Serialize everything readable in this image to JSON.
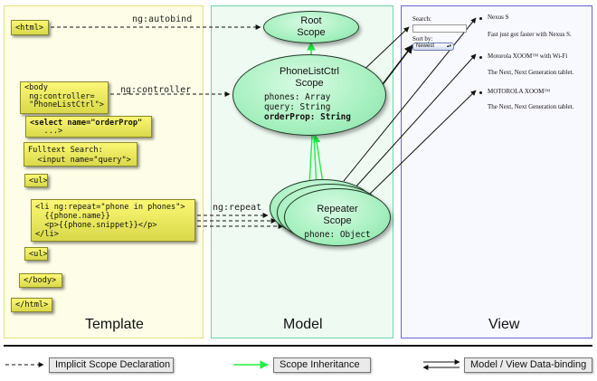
{
  "panels": {
    "template": "Template",
    "model": "Model",
    "view": "View"
  },
  "template_boxes": {
    "html_open": "<html>",
    "body_open": "<body\n ng:controller=\n \"PhoneListCtrl\">",
    "select_line1": "<select name=\"orderProp\"",
    "select_line2": "   ...>",
    "search": "Fulltext Search:\n  <input name=\"query\">",
    "ul_open": "<ul>",
    "li_repeat": "<li ng:repeat=\"phone in phones\">\n  {{phone.name}}\n  <p>{{phone.snippet}}</p>\n</li>",
    "ul_close": "<ul>",
    "body_close": "</body>",
    "html_close": "</html>"
  },
  "arrow_labels": {
    "autobind": "ng:autobind",
    "controller": "ng:controller",
    "repeat": "ng:repeat"
  },
  "scopes": {
    "root": {
      "line1": "Root",
      "line2": "Scope"
    },
    "phonelist": {
      "line1": "PhoneListCtrl",
      "line2": "Scope",
      "fields": [
        "phones: Array",
        "query: String",
        "orderProp: String"
      ]
    },
    "repeater": {
      "line1": "Repeater",
      "line2": "Scope",
      "field": "phone: Object"
    }
  },
  "view": {
    "search_label": "Search:",
    "sort_label": "Sort by:",
    "sort_value": "Newest",
    "items": [
      {
        "name": "Nexus S",
        "snippet": "Fast just got faster with Nexus S."
      },
      {
        "name": "Motorola XOOM™ with Wi-Fi",
        "snippet": "The Next, Next Generation tablet."
      },
      {
        "name": "MOTOROLA XOOM™",
        "snippet": "The Next, Next Generation tablet."
      }
    ]
  },
  "legend": {
    "implicit": "Implicit Scope Declaration",
    "inheritance": "Scope Inheritance",
    "binding": "Model / View Data-binding"
  },
  "colors": {
    "template_bg": "#fdfde8",
    "model_bg": "#eefaf2",
    "view_border": "#6c63d6",
    "scope_fill": "#a6f0bf",
    "inheritance_arrow": "#22ee44"
  }
}
